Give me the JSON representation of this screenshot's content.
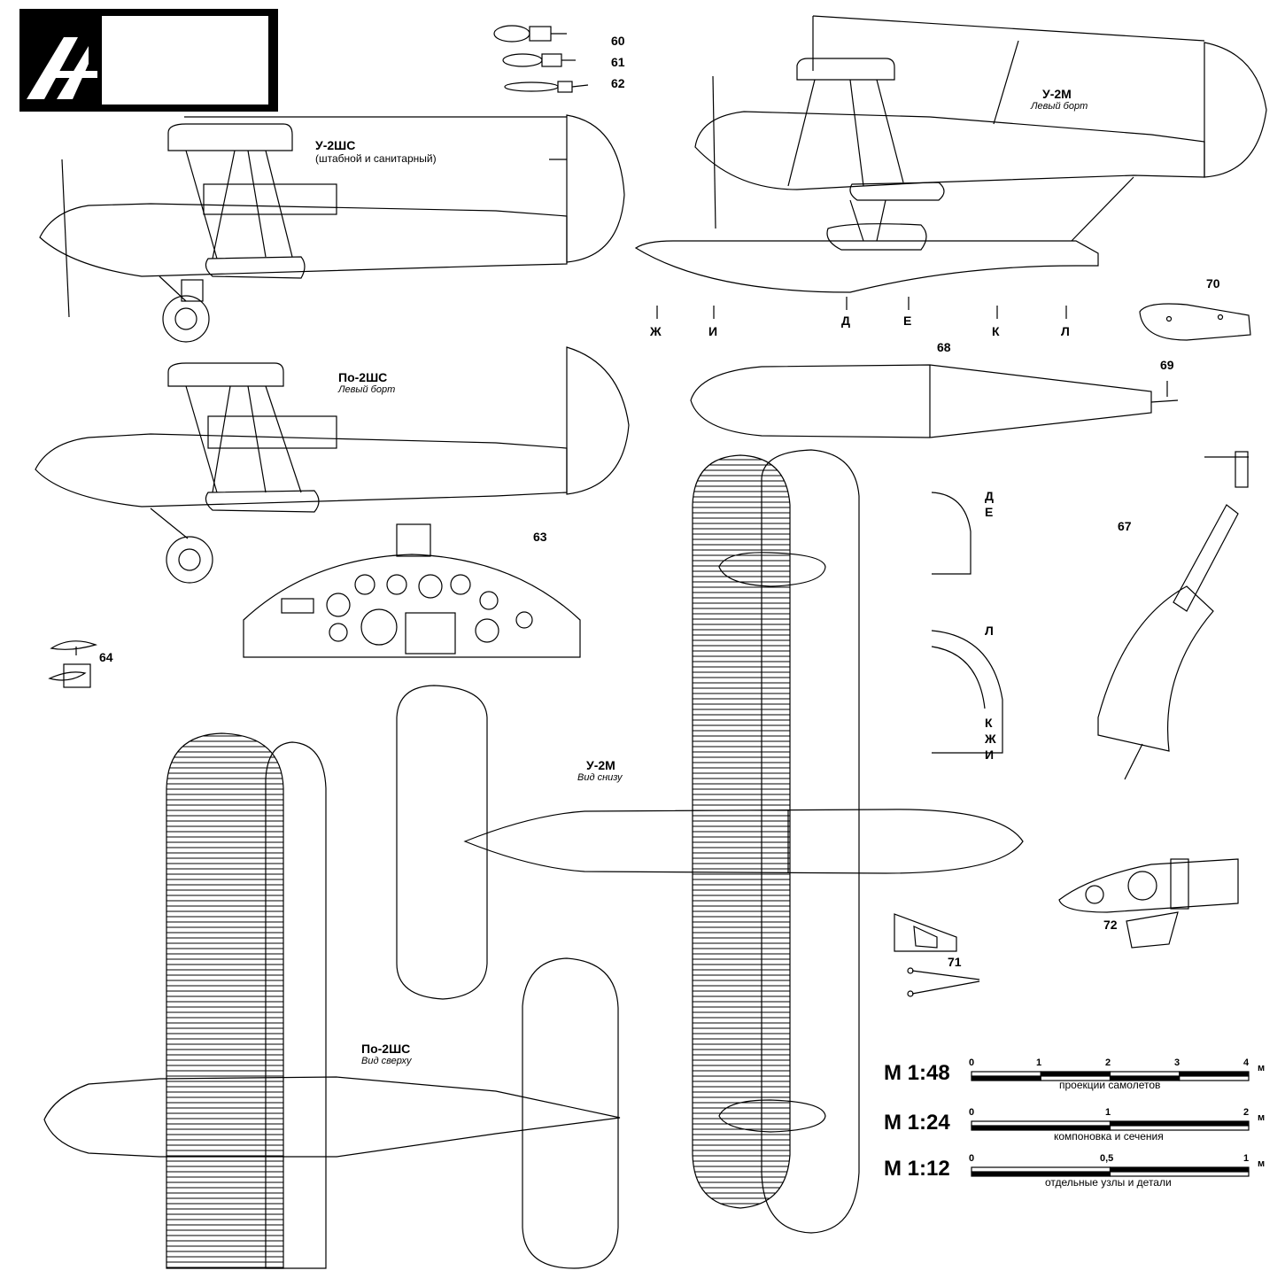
{
  "views": {
    "u2shs_side": {
      "title": "У-2ШС",
      "subtitle": "(штабной и санитарный)"
    },
    "po2shs_side": {
      "title": "По-2ШС",
      "subtitle": "Левый борт"
    },
    "u2m_side": {
      "title": "У-2М",
      "subtitle": "Левый борт"
    },
    "u2m_bottom": {
      "title": "У-2М",
      "subtitle": "Вид снизу"
    },
    "po2shs_top": {
      "title": "По-2ШС",
      "subtitle": "Вид сверху"
    }
  },
  "callouts": [
    "60",
    "61",
    "62",
    "63",
    "64",
    "67",
    "68",
    "69",
    "70",
    "71",
    "72"
  ],
  "section_marks": {
    "float_stations": [
      "Ж",
      "И",
      "Д",
      "Е",
      "К",
      "Л"
    ],
    "section_upper": [
      "Д",
      "Е"
    ],
    "section_lower": [
      "Л",
      "К",
      "Ж",
      "И"
    ]
  },
  "scales": [
    {
      "name": "М 1:48",
      "ticks": [
        "0",
        "1",
        "2",
        "3",
        "4",
        "м"
      ],
      "caption": "проекции самолетов"
    },
    {
      "name": "М 1:24",
      "ticks": [
        "0",
        "1",
        "2",
        "м"
      ],
      "caption": "компоновка и сечения"
    },
    {
      "name": "М 1:12",
      "ticks": [
        "0",
        "0,5",
        "1",
        "м"
      ],
      "caption": "отдельные узлы и детали"
    }
  ]
}
